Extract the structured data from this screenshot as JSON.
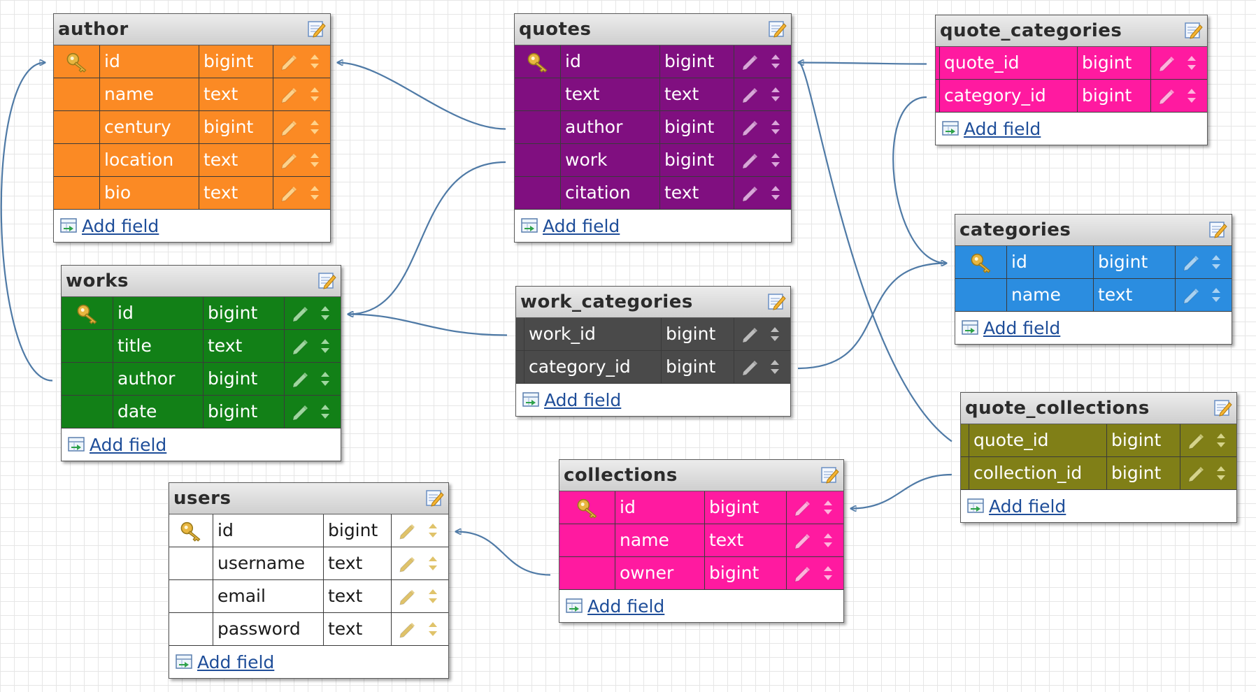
{
  "ui": {
    "add_field_label": "Add field"
  },
  "tables": [
    {
      "key": "author",
      "title": "author",
      "theme": {
        "bg": "#fb8a24",
        "fg": "#ffffff",
        "icon": "#ffd28a"
      },
      "fields": [
        {
          "name": "id",
          "type": "bigint",
          "pk": true
        },
        {
          "name": "name",
          "type": "text",
          "pk": false
        },
        {
          "name": "century",
          "type": "bigint",
          "pk": false
        },
        {
          "name": "location",
          "type": "text",
          "pk": false
        },
        {
          "name": "bio",
          "type": "text",
          "pk": false
        }
      ]
    },
    {
      "key": "quotes",
      "title": "quotes",
      "theme": {
        "bg": "#800f80",
        "fg": "#ffffff",
        "icon": "#d9a6d9"
      },
      "fields": [
        {
          "name": "id",
          "type": "bigint",
          "pk": true
        },
        {
          "name": "text",
          "type": "text",
          "pk": false
        },
        {
          "name": "author",
          "type": "bigint",
          "pk": false
        },
        {
          "name": "work",
          "type": "bigint",
          "pk": false
        },
        {
          "name": "citation",
          "type": "text",
          "pk": false
        }
      ]
    },
    {
      "key": "quote_categories",
      "title": "quote_categories",
      "theme": {
        "bg": "#ff1aa0",
        "fg": "#ffffff",
        "icon": "#ffb3dd"
      },
      "fields": [
        {
          "name": "quote_id",
          "type": "bigint",
          "pk": false
        },
        {
          "name": "category_id",
          "type": "bigint",
          "pk": false
        }
      ]
    },
    {
      "key": "works",
      "title": "works",
      "theme": {
        "bg": "#128017",
        "fg": "#ffffff",
        "icon": "#9fd69f"
      },
      "fields": [
        {
          "name": "id",
          "type": "bigint",
          "pk": true
        },
        {
          "name": "title",
          "type": "text",
          "pk": false
        },
        {
          "name": "author",
          "type": "bigint",
          "pk": false
        },
        {
          "name": "date",
          "type": "bigint",
          "pk": false
        }
      ]
    },
    {
      "key": "work_categories",
      "title": "work_categories",
      "theme": {
        "bg": "#4a4a4a",
        "fg": "#ffffff",
        "icon": "#bdbdbd"
      },
      "fields": [
        {
          "name": "work_id",
          "type": "bigint",
          "pk": false
        },
        {
          "name": "category_id",
          "type": "bigint",
          "pk": false
        }
      ]
    },
    {
      "key": "categories",
      "title": "categories",
      "theme": {
        "bg": "#2b8de0",
        "fg": "#ffffff",
        "icon": "#a9d2f2"
      },
      "fields": [
        {
          "name": "id",
          "type": "bigint",
          "pk": true
        },
        {
          "name": "name",
          "type": "text",
          "pk": false
        }
      ]
    },
    {
      "key": "quote_collections",
      "title": "quote_collections",
      "theme": {
        "bg": "#807f17",
        "fg": "#ffffff",
        "icon": "#d6d48a"
      },
      "fields": [
        {
          "name": "quote_id",
          "type": "bigint",
          "pk": false
        },
        {
          "name": "collection_id",
          "type": "bigint",
          "pk": false
        }
      ]
    },
    {
      "key": "collections",
      "title": "collections",
      "theme": {
        "bg": "#ff1aa0",
        "fg": "#ffffff",
        "icon": "#ffb3dd"
      },
      "fields": [
        {
          "name": "id",
          "type": "bigint",
          "pk": true
        },
        {
          "name": "name",
          "type": "text",
          "pk": false
        },
        {
          "name": "owner",
          "type": "bigint",
          "pk": false
        }
      ]
    },
    {
      "key": "users",
      "title": "users",
      "theme": {
        "bg": "#ffffff",
        "fg": "#1a1a1a",
        "icon": "#e0c36a"
      },
      "fields": [
        {
          "name": "id",
          "type": "bigint",
          "pk": true
        },
        {
          "name": "username",
          "type": "text",
          "pk": false
        },
        {
          "name": "email",
          "type": "text",
          "pk": false
        },
        {
          "name": "password",
          "type": "text",
          "pk": false
        }
      ]
    }
  ],
  "relations": [
    {
      "from": "quotes.author",
      "to": "author.id"
    },
    {
      "from": "quotes.work",
      "to": "works.id"
    },
    {
      "from": "works.author",
      "to": "author.id"
    },
    {
      "from": "work_categories.work_id",
      "to": "works.id"
    },
    {
      "from": "work_categories.category_id",
      "to": "categories.id"
    },
    {
      "from": "quote_categories.quote_id",
      "to": "quotes.id"
    },
    {
      "from": "quote_categories.category_id",
      "to": "categories.id"
    },
    {
      "from": "quote_collections.quote_id",
      "to": "quotes.id"
    },
    {
      "from": "quote_collections.collection_id",
      "to": "collections.id"
    },
    {
      "from": "collections.owner",
      "to": "users.id"
    }
  ]
}
